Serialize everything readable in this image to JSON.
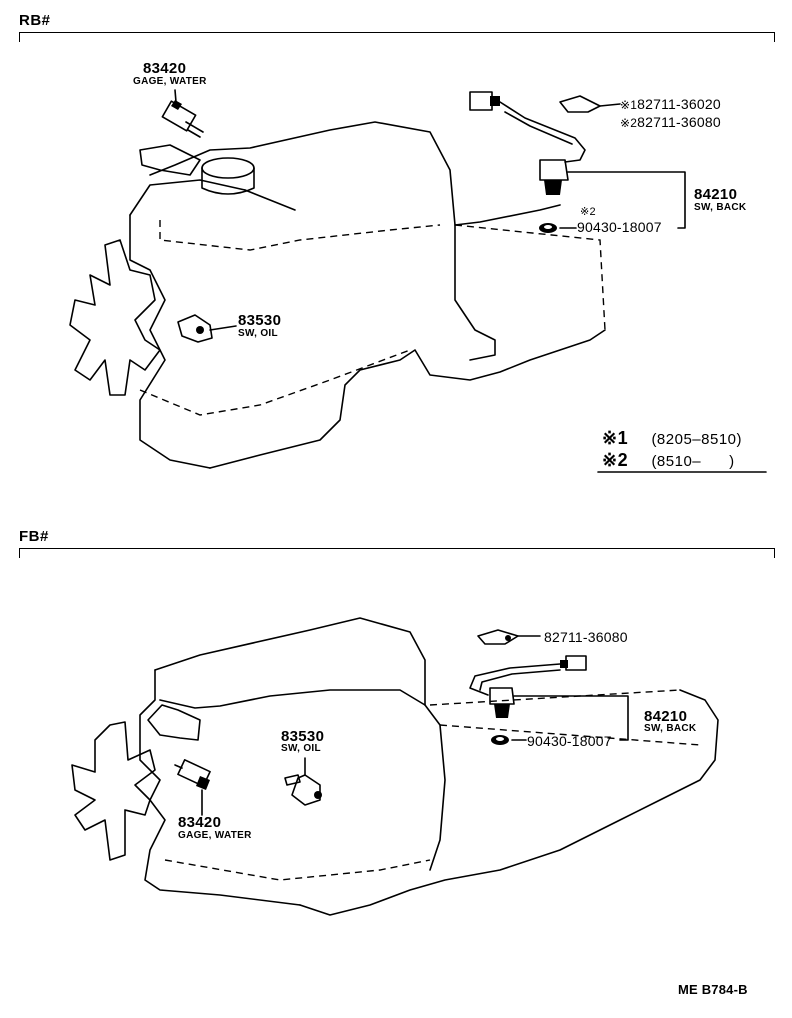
{
  "sections": {
    "top": {
      "label": "RB#"
    },
    "bottom": {
      "label": "FB#"
    }
  },
  "top_parts": {
    "gage_water": {
      "number": "83420",
      "desc": "GAGE, WATER"
    },
    "sw_oil": {
      "number": "83530",
      "desc": "SW, OIL"
    },
    "sw_back": {
      "number": "84210",
      "desc": "SW, BACK"
    },
    "clamp1": {
      "mark": "※1",
      "number": "82711-36020"
    },
    "clamp2": {
      "mark": "※2",
      "number": "82711-36080"
    },
    "gasket": {
      "mark": "※2",
      "number": "90430-18007"
    }
  },
  "notes": {
    "n1": {
      "mark": "※1",
      "range": "(8205–8510)"
    },
    "n2": {
      "mark": "※2",
      "range": "(8510–      )"
    }
  },
  "bottom_parts": {
    "clamp": {
      "number": "82711-36080"
    },
    "sw_back": {
      "number": "84210",
      "desc": "SW, BACK"
    },
    "gasket": {
      "number": "90430-18007"
    },
    "sw_oil": {
      "number": "83530",
      "desc": "SW, OIL"
    },
    "gage_water": {
      "number": "83420",
      "desc": "GAGE, WATER"
    }
  },
  "footer": {
    "code": "ME B784-B"
  }
}
